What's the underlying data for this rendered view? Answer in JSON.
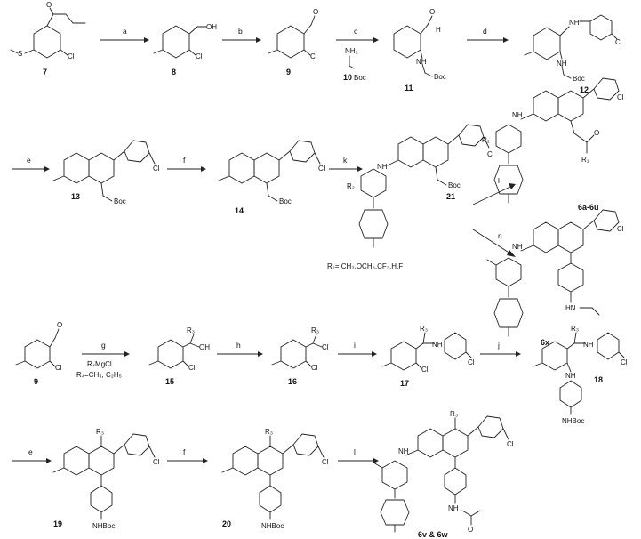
{
  "row1": {
    "compounds": [
      "7",
      "8",
      "9",
      "10",
      "11",
      "12"
    ],
    "reagents": [
      "a",
      "b",
      "c",
      "d"
    ],
    "texts": {
      "OH": "OH",
      "O": "O",
      "H": "H",
      "Cl": "Cl",
      "N": "N",
      "S": "S",
      "NH": "NH",
      "NH2": "NH₂",
      "Boc": "Boc",
      "O_ester": "O"
    }
  },
  "row2": {
    "compounds": [
      "13",
      "14",
      "21",
      "6a-6u",
      "6x"
    ],
    "reagents": [
      "e",
      "f",
      "k",
      "l",
      "n"
    ],
    "substituents": "R₂= CH₃,OCH₃,CF₃,H,F",
    "texts": {
      "R1": "R₁",
      "R2": "R₂",
      "NH": "NH",
      "HN": "HN"
    }
  },
  "row3": {
    "compounds": [
      "9",
      "15",
      "16",
      "17",
      "18"
    ],
    "reagents": [
      "g",
      "h",
      "i",
      "j"
    ],
    "grignard": "R₄MgCl",
    "grignard_r": "R₄=CH₃, C₂H₅",
    "texts": {
      "R3": "R₃",
      "OH": "OH",
      "Cl": "Cl",
      "NHBoc": "NHBoc"
    }
  },
  "row4": {
    "compounds": [
      "19",
      "20",
      "6v & 6w"
    ],
    "reagents": [
      "e",
      "f",
      "l"
    ],
    "texts": {
      "NHBoc": "NHBoc",
      "R3": "R₃"
    }
  }
}
